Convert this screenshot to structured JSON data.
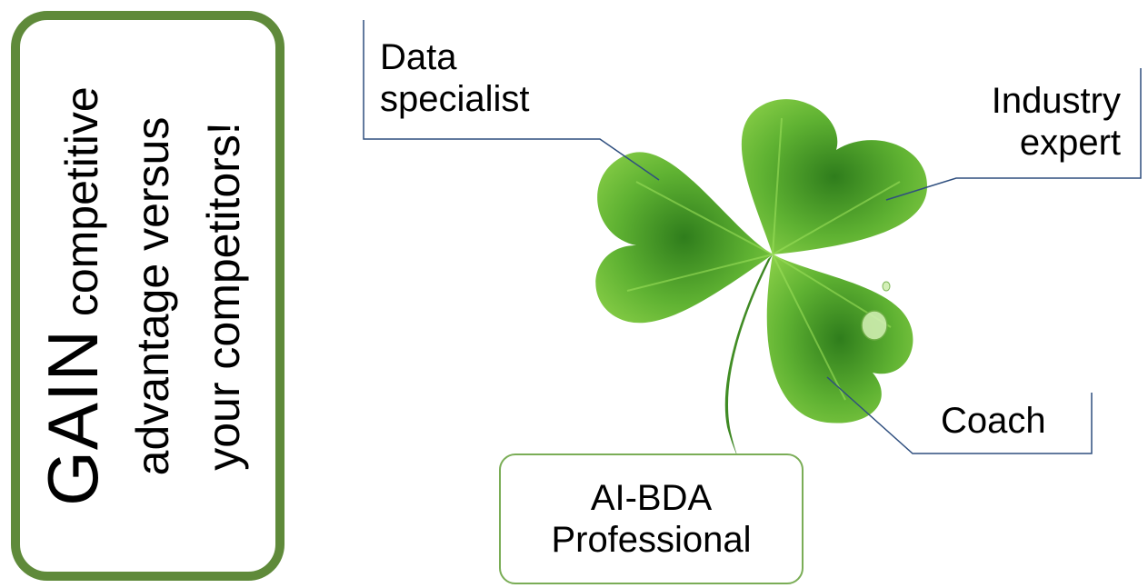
{
  "gain_box": {
    "line1_big": "GAIN",
    "line1_rest": " competitive",
    "line2": "advantage versus",
    "line3": "your competitors!"
  },
  "labels": {
    "data_specialist": [
      "Data",
      "specialist"
    ],
    "industry_expert": [
      "Industry",
      "expert"
    ],
    "coach": "Coach",
    "ai_bda": [
      "AI-BDA",
      "Professional"
    ]
  },
  "colors": {
    "gain_border": "#5f8a3a",
    "ai_border": "#7aad56",
    "connector": "#2f4f7f",
    "leaf_light": "#8ed24a",
    "leaf_dark": "#2f7d1c"
  }
}
